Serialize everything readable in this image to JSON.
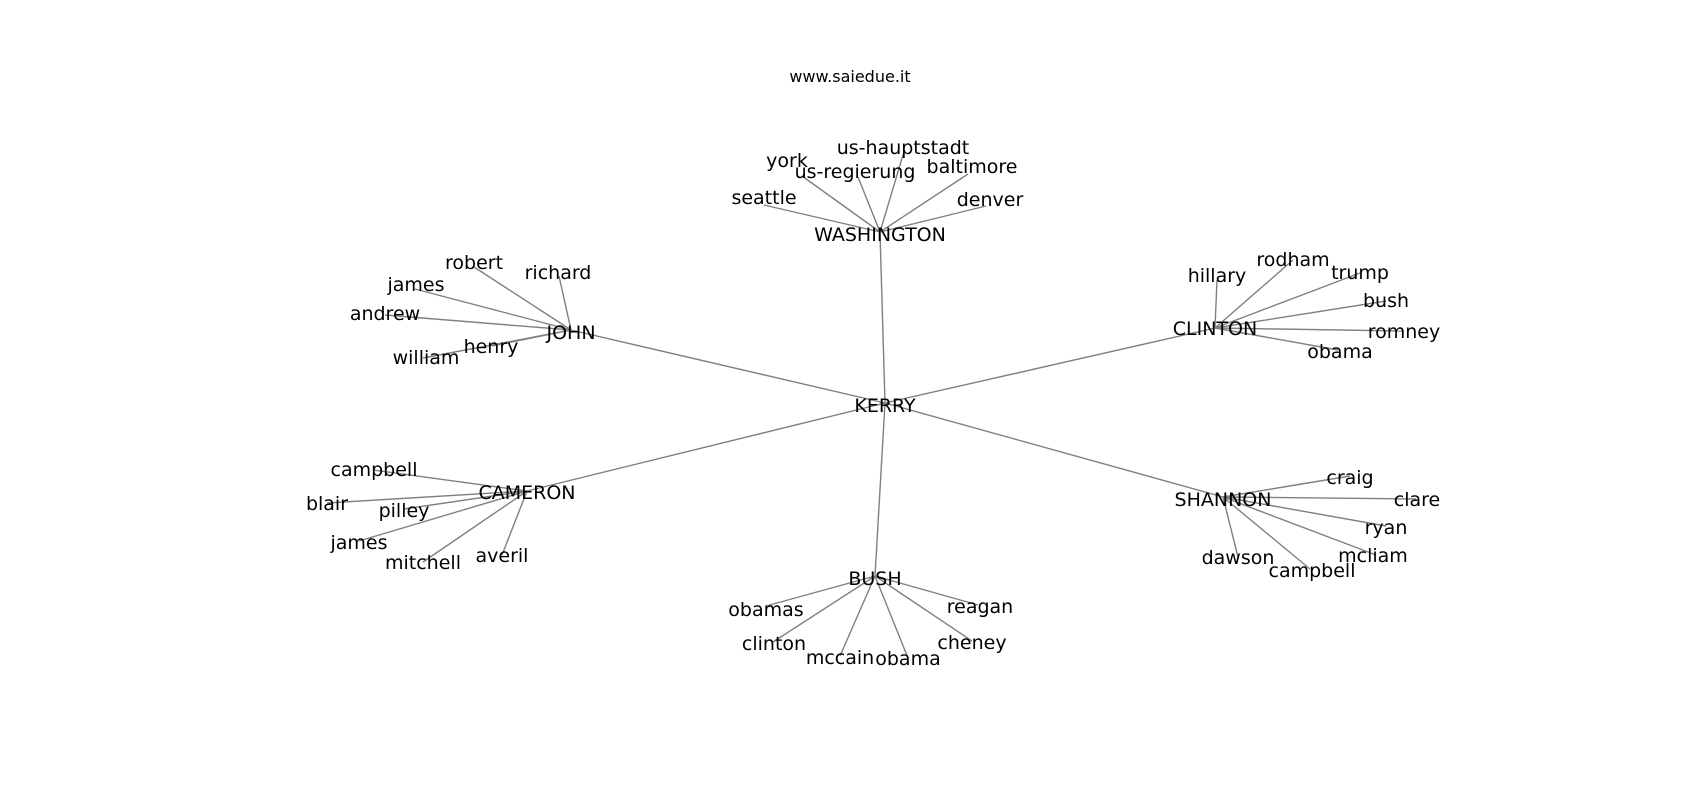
{
  "caption": "www.saiedue.it",
  "style": {
    "edge_color": "#808080",
    "text_color": "#000000",
    "background": "#ffffff"
  },
  "center": "KERRY",
  "clusters": [
    {
      "hub": "WASHINGTON",
      "leaves": [
        "seattle",
        "york",
        "us-regierung",
        "us-hauptstadt",
        "baltimore",
        "denver"
      ]
    },
    {
      "hub": "JOHN",
      "leaves": [
        "robert",
        "richard",
        "james",
        "andrew",
        "henry",
        "william"
      ]
    },
    {
      "hub": "CLINTON",
      "leaves": [
        "hillary",
        "rodham",
        "trump",
        "bush",
        "romney",
        "obama"
      ]
    },
    {
      "hub": "CAMERON",
      "leaves": [
        "campbell",
        "blair",
        "pilley",
        "james",
        "mitchell",
        "averil"
      ]
    },
    {
      "hub": "SHANNON",
      "leaves": [
        "craig",
        "clare",
        "ryan",
        "mcliam",
        "campbell",
        "dawson"
      ]
    },
    {
      "hub": "BUSH",
      "leaves": [
        "obamas",
        "reagan",
        "clinton",
        "mccain",
        "obama",
        "cheney"
      ]
    }
  ]
}
